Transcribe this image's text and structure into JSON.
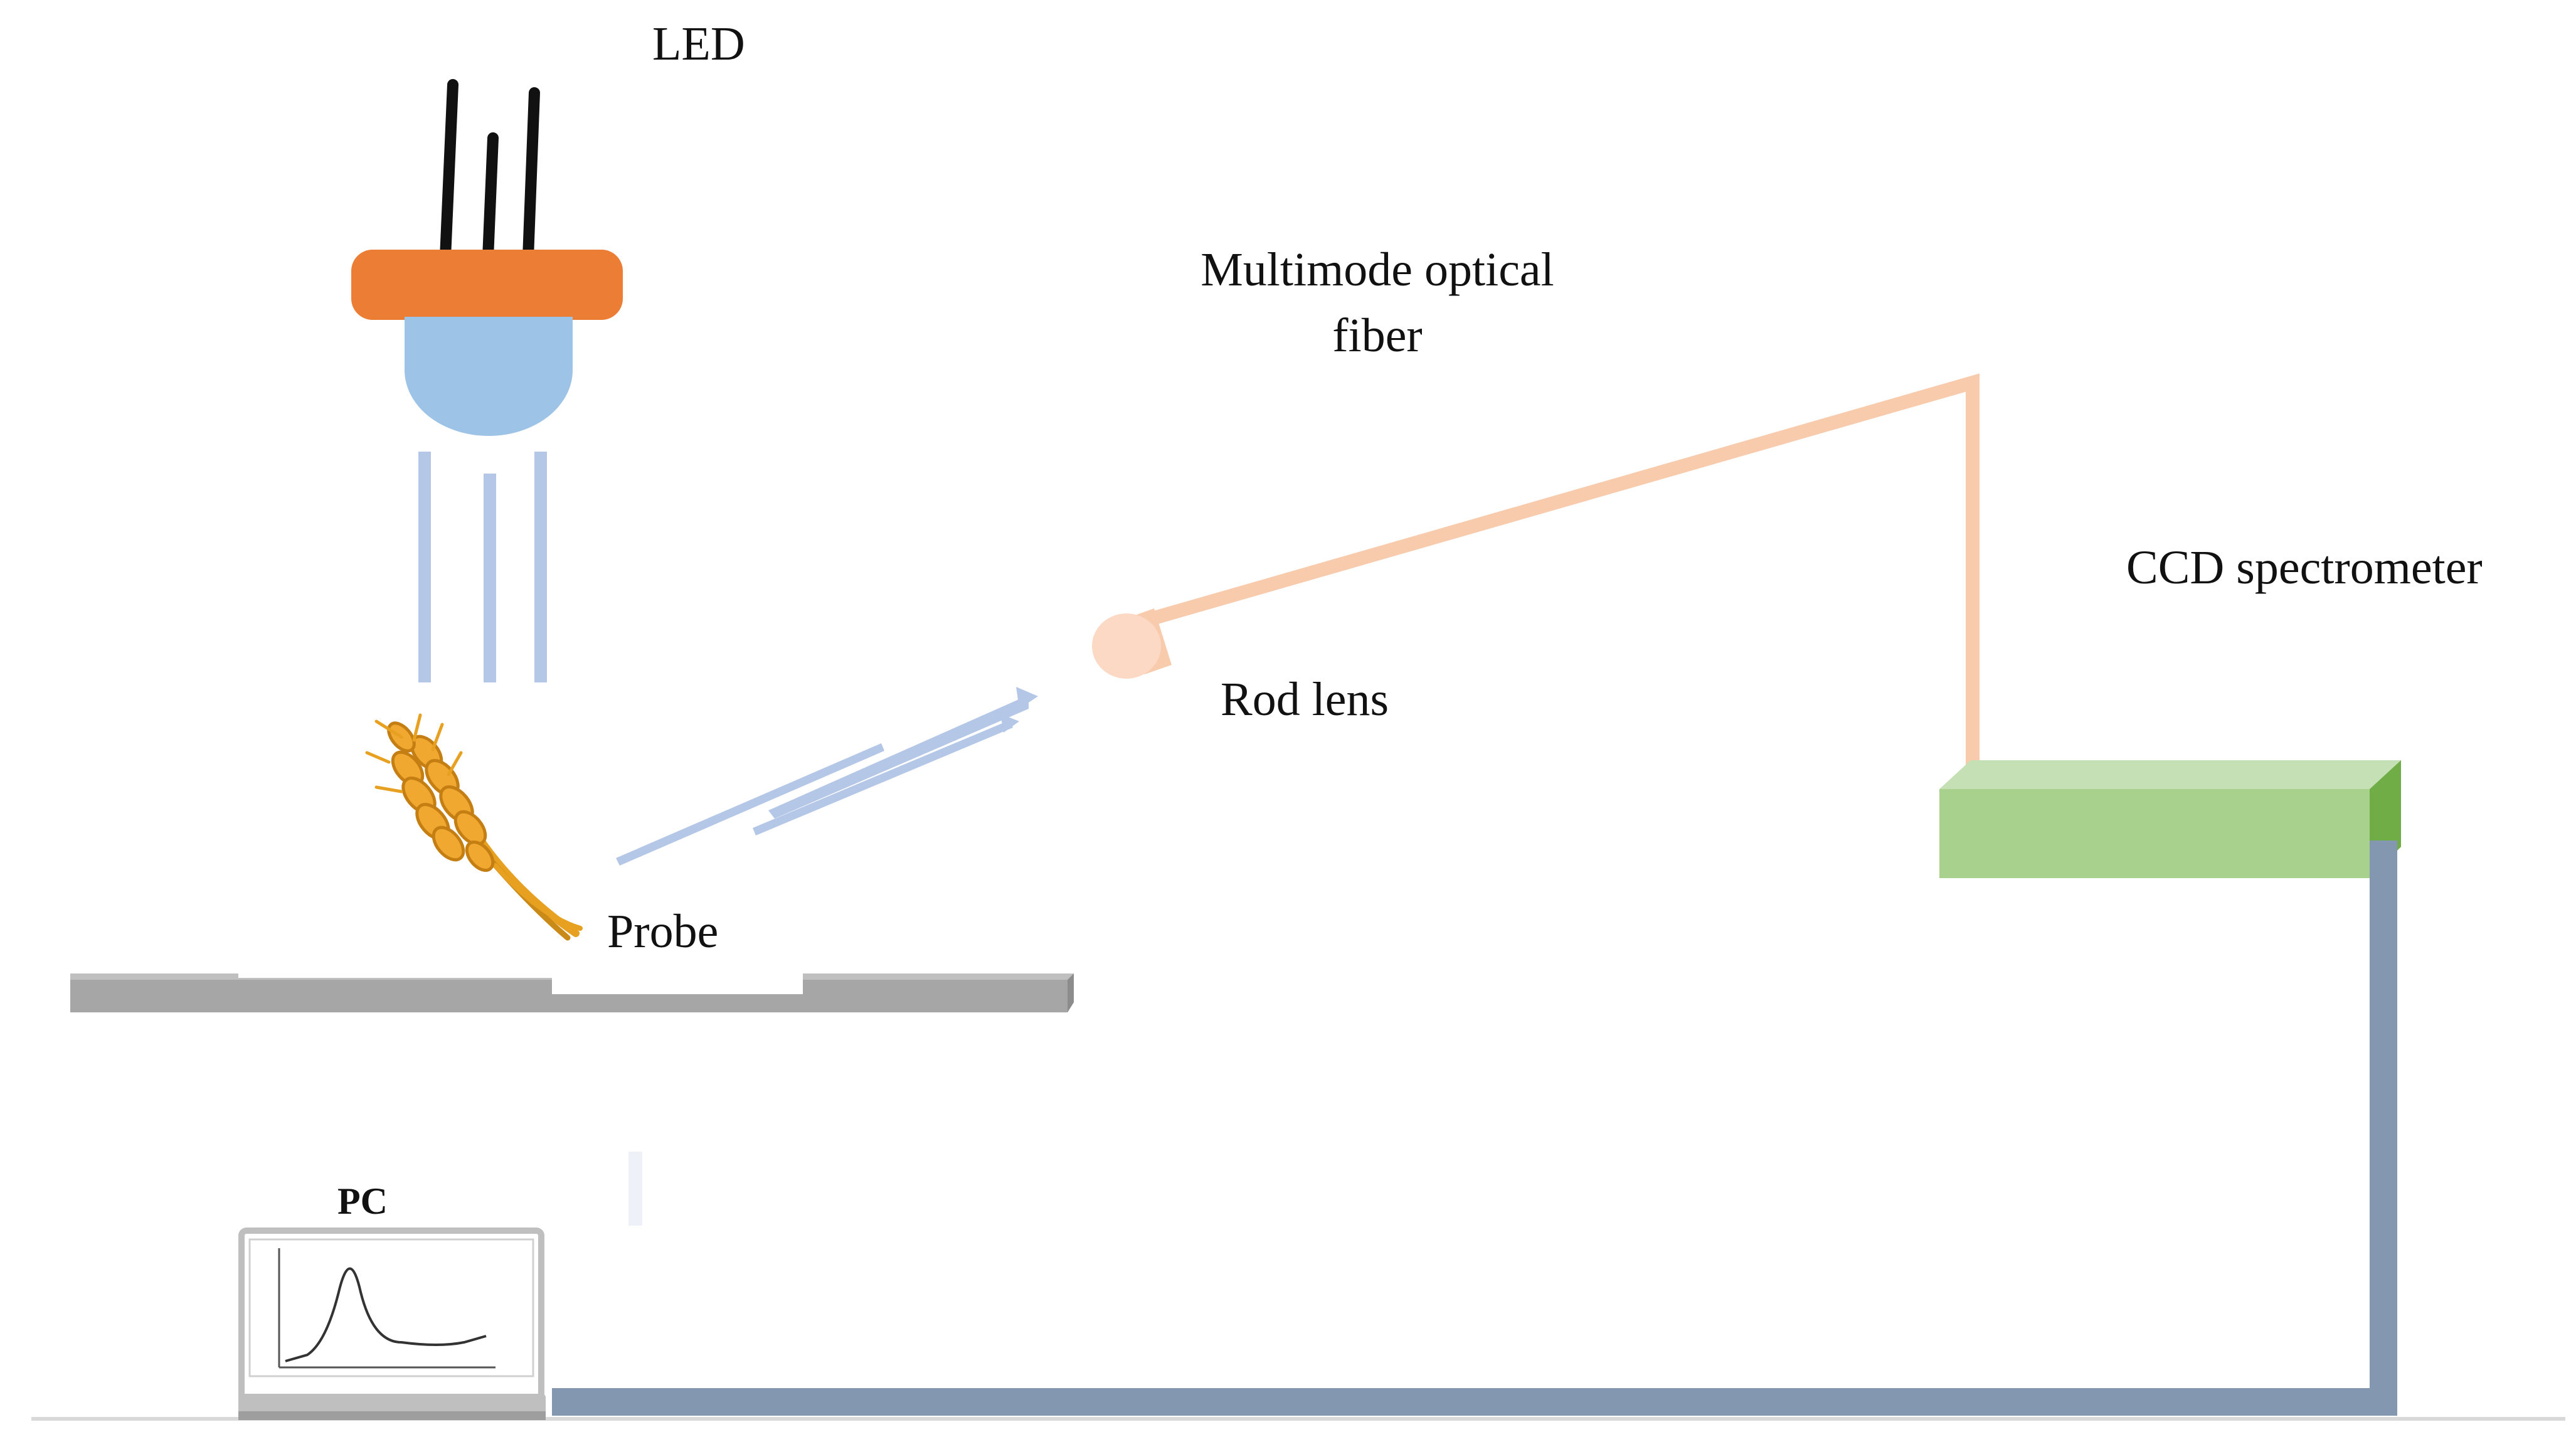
{
  "labels": {
    "led": "LED",
    "fiber_line1": "Multimode optical",
    "fiber_line2": "fiber",
    "ccd": "CCD spectrometer",
    "rod_lens": "Rod lens",
    "probe": "Probe",
    "pc": "PC"
  },
  "colors": {
    "led_base": "#EB7D34",
    "led_dome": "#9DC3E6",
    "led_pins": "#111111",
    "light_rays": "#B4C7E7",
    "fiber": "#F8CBAD",
    "rod_lens": "#F8CBAD",
    "spectrometer_front": "#A9D18E",
    "spectrometer_top": "#C5E0B4",
    "spectrometer_side": "#70AD47",
    "cable": "#8497B0",
    "table": "#A6A6A6",
    "table_edge": "#8C8C8C",
    "wheat": "#E8A020",
    "laptop_frame": "#BFBFBF",
    "ground": "#D9D9D9"
  }
}
